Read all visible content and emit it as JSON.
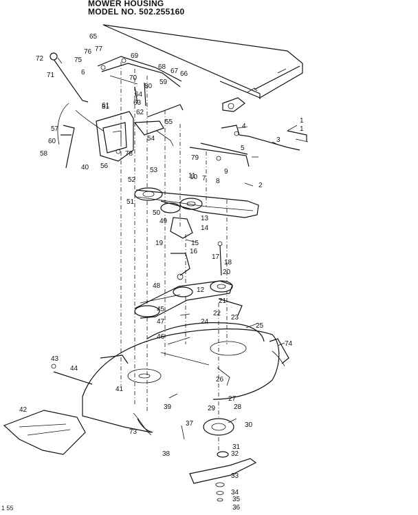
{
  "title": {
    "line1": "MOWER HOUSING",
    "line2": "MODEL NO. 502.255160"
  },
  "footer": "1 55",
  "callouts": [
    "1",
    "2",
    "3",
    "4",
    "5",
    "6",
    "7",
    "8",
    "9",
    "10",
    "11",
    "12",
    "13",
    "14",
    "15",
    "16",
    "17",
    "18",
    "19",
    "20",
    "21",
    "22",
    "23",
    "24",
    "25",
    "26",
    "27",
    "28",
    "29",
    "30",
    "31",
    "32",
    "33",
    "34",
    "35",
    "36",
    "37",
    "38",
    "39",
    "40",
    "41",
    "42",
    "43",
    "44",
    "45",
    "46",
    "47",
    "48",
    "49",
    "50",
    "51",
    "52",
    "53",
    "54",
    "55",
    "56",
    "57",
    "58",
    "59",
    "60",
    "61",
    "62",
    "63",
    "64",
    "65",
    "66",
    "67",
    "68",
    "69",
    "70",
    "71",
    "72",
    "73",
    "74",
    "75",
    "76",
    "77",
    "78",
    "79",
    "80",
    "81"
  ]
}
